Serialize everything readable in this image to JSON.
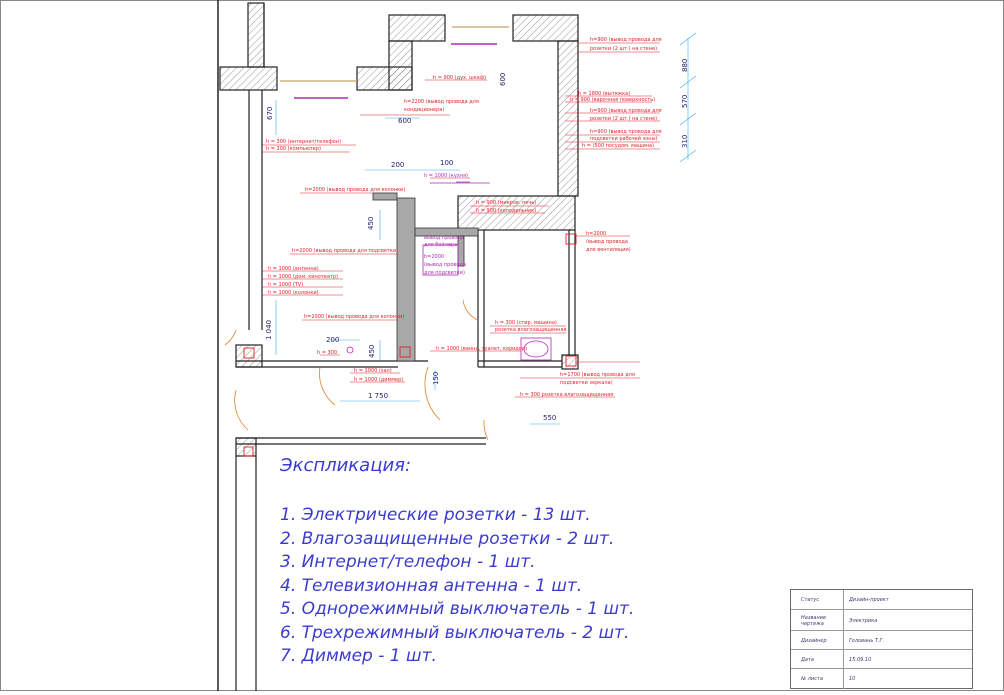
{
  "colors": {
    "red": "#e0222a",
    "magenta": "#b02ab5",
    "blue": "#3b3bd0",
    "wall": "#1a1a1a",
    "cyan": "#3fa9f5"
  },
  "annotations": {
    "a1": "h=900 (вывод провода для",
    "a1b": "розетки (2 шт.) на стене)",
    "a2": "h = 900 (дух. шкаф)",
    "a3": "h=2200 (вывод провода для",
    "a3b": "кондиционера)",
    "a4": "h = 1800 (вытяжка)",
    "a5": "h = 900 (варочная поверхность)",
    "a6": "h=900 (вывод провода для",
    "a6b": "розетки (2 шт.) на стене)",
    "a7": "h=900 (вывод провода для",
    "a7b": "подсветки рабочей зоны)",
    "a7c": "h = (500 посудом. машина)",
    "a8": "h = 300 (интернет/телефон)",
    "a9": "h = 300 (компьютер)",
    "a10": "h = 1000 (кухня)",
    "a11": "h=2000 (вывод провода для колонки)",
    "a12": "h = 900 (микров. печь)",
    "a13": "h = 900 (холодильник)",
    "a14": "вывод провода",
    "a14b": "для бойлера",
    "a15": "h=2000",
    "a15b": "(вывод провода",
    "a15c": "для подсветки)",
    "a16": "h=2000",
    "a16b": "(вывод провода",
    "a16c": "для вентиляции)",
    "a17": "h=2000 (вывод провода для подсветки)",
    "a18": "h = 1000 (антенна)",
    "a19": "h = 1000 (дом. кинотеатр)",
    "a20": "h = 1000 (TV)",
    "a21": "h = 1000 (колонки)",
    "a22": "h = 300 (стир. машина)",
    "a22b": "розетка влагозащищенная",
    "a23": "h=2000 (вывод провода для колонки)",
    "a24": "h = 1000 (ванна, туалет, коридор)",
    "a25": "h = 300",
    "a26": "h = 1000 (зал)",
    "a27": "h = 1000 (диммер)",
    "a28": "h=1700 (вывод провода для",
    "a28b": "подсветки зеркала)",
    "a29": "h = 300 розетка влагозащищенная"
  },
  "dimensions": {
    "d880": "880",
    "d570": "570",
    "d310": "310",
    "d670": "670",
    "d600a": "600",
    "d600b": "600",
    "d200a": "200",
    "d100": "100",
    "d450a": "450",
    "d1040": "1 040",
    "d200b": "200",
    "d450b": "450",
    "d150": "150",
    "d1750": "1 750",
    "d550": "550"
  },
  "explication": {
    "title": "Экспликация:",
    "items": [
      "1. Электрические розетки - 13 шт.",
      "2. Влагозащищенные розетки - 2 шт.",
      "3. Интернет/телефон - 1 шт.",
      "4. Телевизионная антенна - 1 шт.",
      "5. Однорежимный выключатель - 1 шт.",
      "6. Трехрежимный выключатель - 2 шт.",
      "7. Диммер - 1 шт."
    ]
  },
  "stamp": {
    "status_k": "Статус",
    "status_v": "Дизайн-проект",
    "name_k": "Название чертежа",
    "name_v": "Электрика",
    "designer_k": "Дизайнер",
    "designer_v": "Головань Т.Г.",
    "date_k": "Дата",
    "date_v": "15.09.10",
    "page_k": "№ листа",
    "page_v": "10"
  }
}
